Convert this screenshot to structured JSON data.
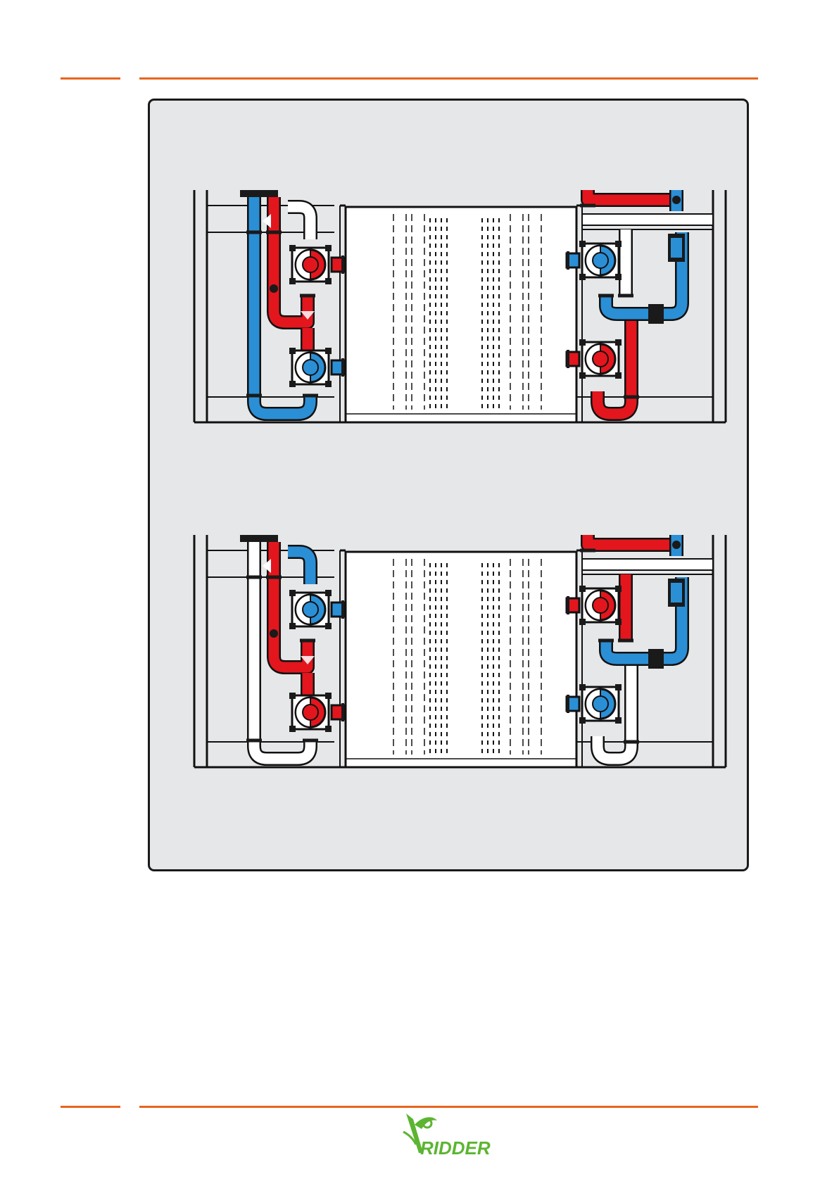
{
  "document": {
    "accent_color": "#e8641e",
    "panel_color": "#e6e7e9",
    "pipe_colors": {
      "hot": "#e3161d",
      "cold": "#2b8fd6",
      "idle": "#ffffff"
    }
  },
  "figure": {
    "diagrams": [
      {
        "left_unit": {
          "pipes": {
            "vertical_return": "cold",
            "vertical_supply": "hot",
            "bottom_elbow": "cold",
            "top_elbow": "idle",
            "connector": "hot"
          },
          "pumps": [
            "hot",
            "cold"
          ]
        },
        "right_unit": {
          "pipes": {
            "top_header": "hot",
            "top_right": "cold",
            "middle_column": "idle",
            "middle_tee": "cold",
            "lower_column": "hot",
            "bottom_elbow": "hot"
          },
          "pumps": [
            "cold",
            "hot"
          ]
        }
      },
      {
        "left_unit": {
          "pipes": {
            "vertical_return": "idle",
            "vertical_supply": "hot",
            "bottom_elbow": "idle",
            "top_elbow": "cold",
            "connector": "hot"
          },
          "pumps": [
            "cold",
            "hot"
          ]
        },
        "right_unit": {
          "pipes": {
            "top_header": "hot",
            "top_right": "cold",
            "middle_column": "hot",
            "middle_tee": "cold",
            "lower_column": "idle",
            "bottom_elbow": "idle"
          },
          "pumps": [
            "hot",
            "cold"
          ]
        }
      }
    ]
  },
  "logo": {
    "wordmark": "RIDDER",
    "icon": "bird-logo-icon",
    "color": "#5cb531"
  }
}
